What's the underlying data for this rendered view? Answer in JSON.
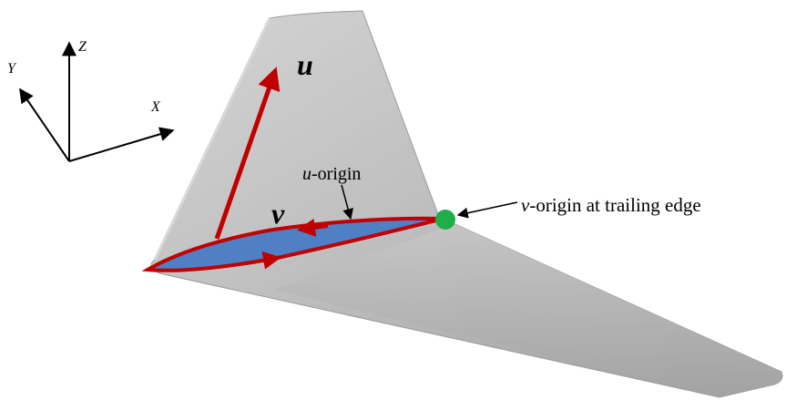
{
  "axes": {
    "x_label": "X",
    "y_label": "Y",
    "z_label": "Z"
  },
  "parametric_labels": {
    "u": "u",
    "v": "v"
  },
  "annotations": {
    "u_origin": {
      "italic_part": "u",
      "rest": "-origin"
    },
    "v_origin": {
      "italic_part": "v",
      "rest": "-origin at trailing edge"
    }
  },
  "colors": {
    "wing_surface": "#b8b8b8",
    "wing_edge": "#8a8a8a",
    "airfoil_fill": "#4f7fc4",
    "curve_red": "#c00000",
    "origin_marker": "#1fae4a",
    "axis_black": "#000000"
  }
}
